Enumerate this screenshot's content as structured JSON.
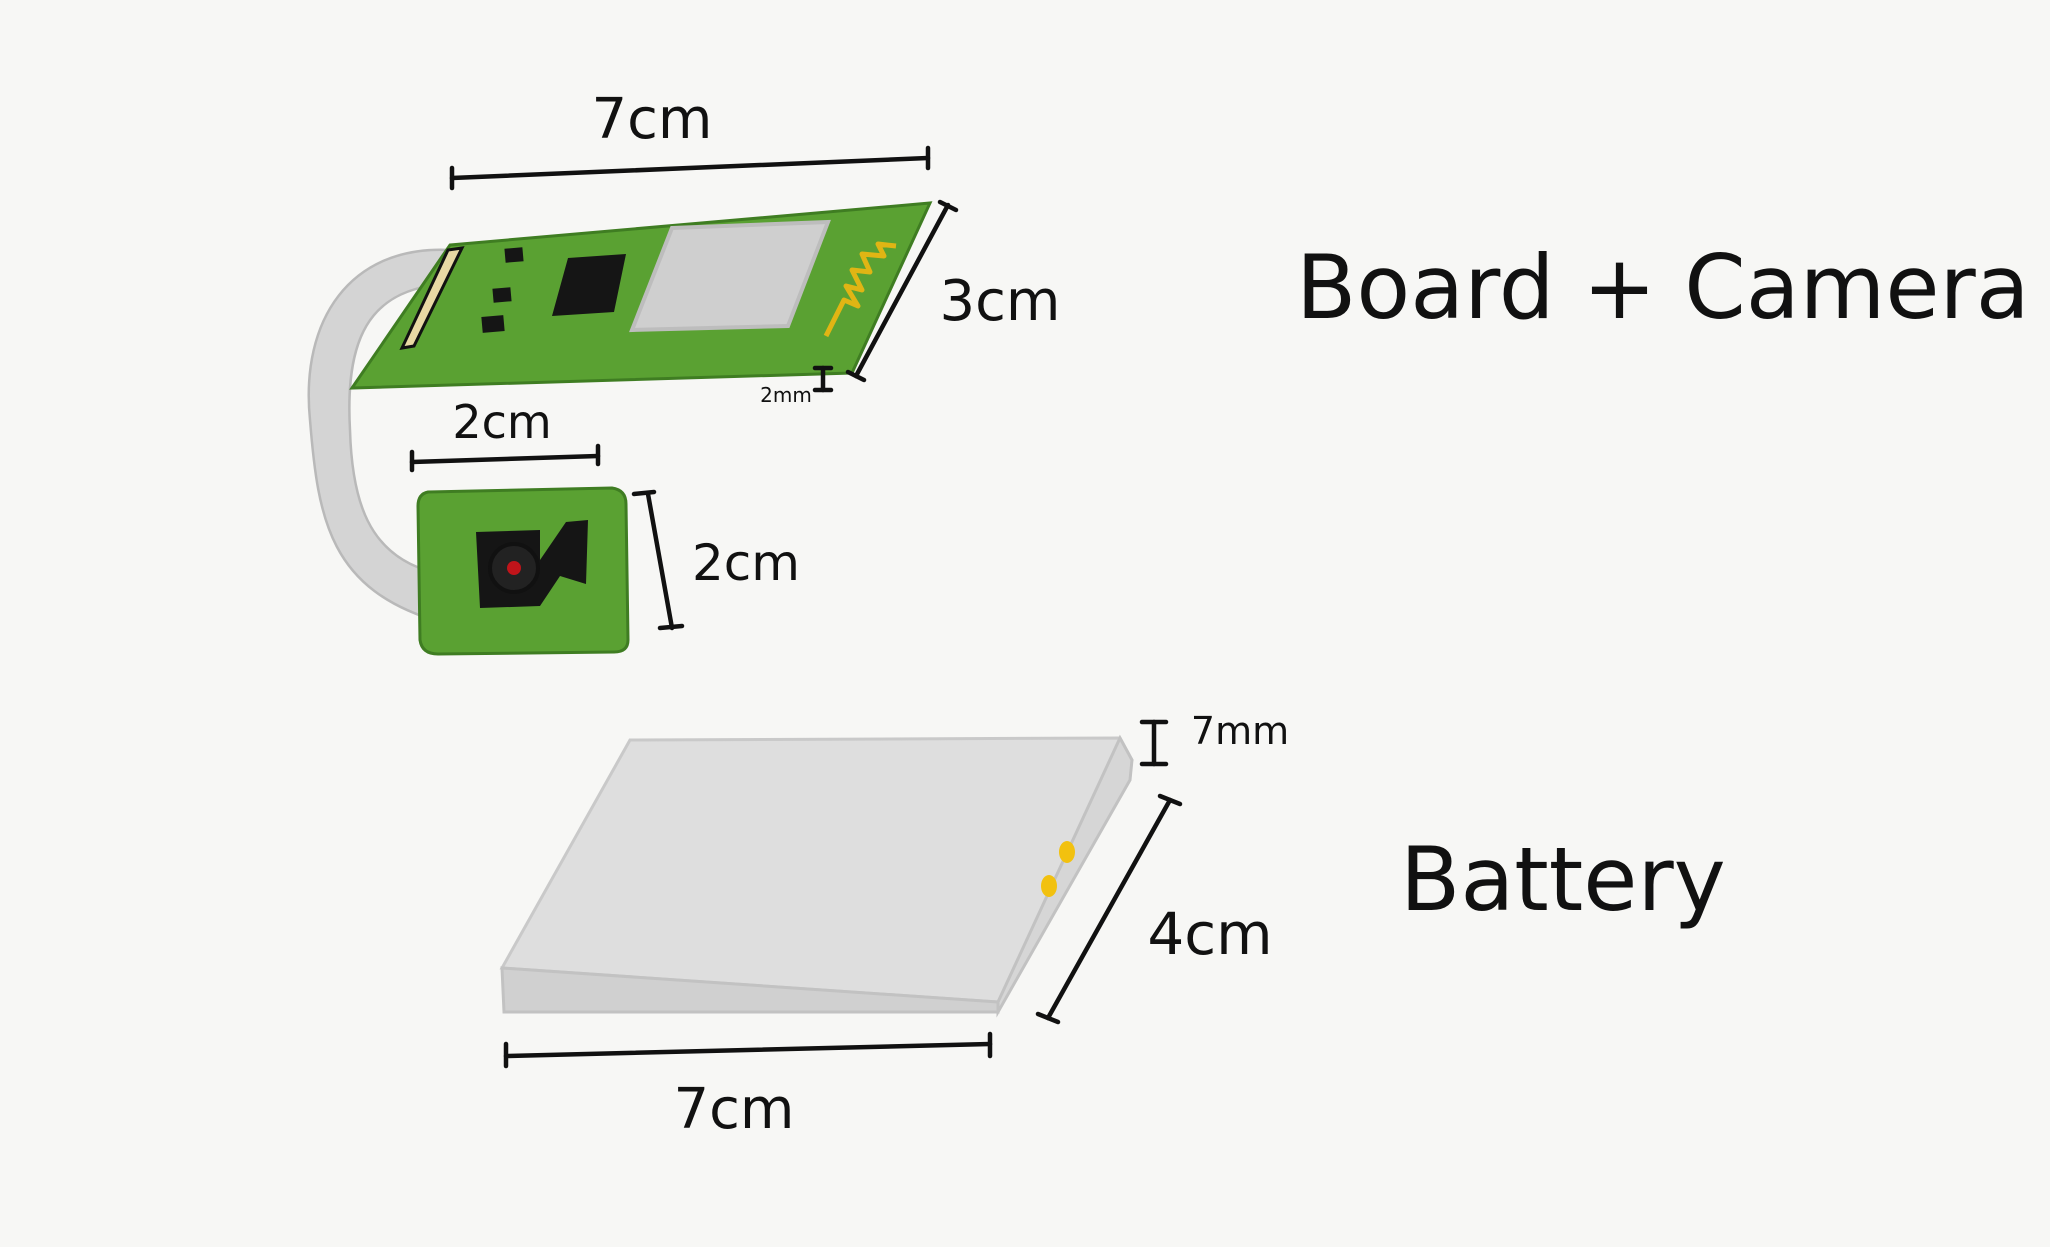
{
  "colors": {
    "background": "#f7f7f5",
    "ink": "#111111",
    "pcb_green": "#5aa132",
    "pcb_green_dark": "#3f7d22",
    "chip": "#151515",
    "module_gray": "#cfcfcf",
    "ribbon_gray": "#d4d4d4",
    "battery_gray": "#dedede",
    "antenna_gold": "#e0b514",
    "contact_yellow": "#f2c10f",
    "lens_red": "#c0141a"
  },
  "labels": {
    "board_width": "7cm",
    "board_depth": "3cm",
    "board_thickness": "2mm",
    "camera_width": "2cm",
    "camera_height": "2cm",
    "battery_thickness": "7mm",
    "battery_depth": "4cm",
    "battery_width": "7cm",
    "title_board": "Board + Camera",
    "title_battery": "Battery"
  },
  "icons": {
    "board": "pcb-board-icon",
    "camera": "camera-module-icon",
    "battery": "battery-pack-icon"
  }
}
